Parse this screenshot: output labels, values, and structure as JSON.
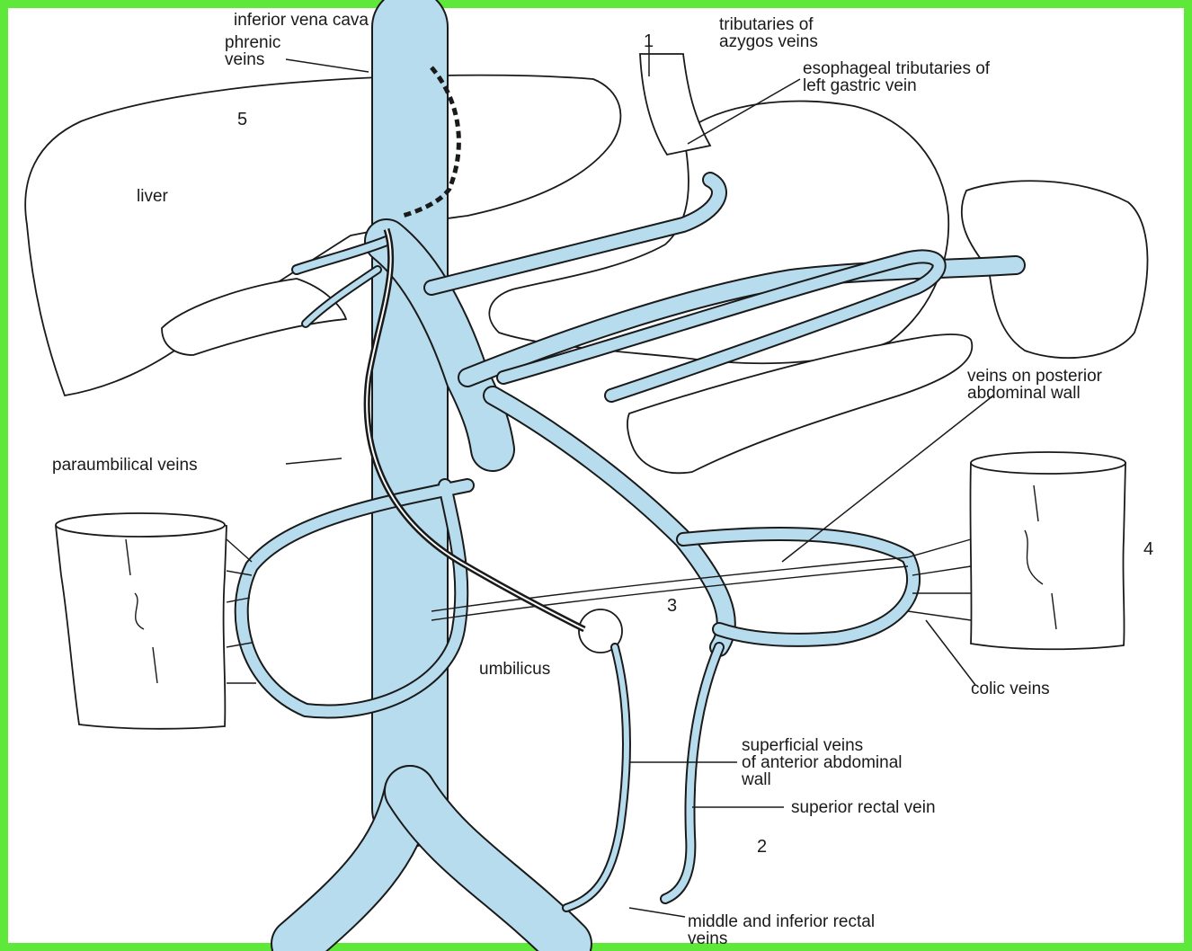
{
  "colors": {
    "frame_border": "#5ee83a",
    "vein_fill": "#b7dced",
    "outline": "#1a1a1a",
    "background": "#ffffff"
  },
  "labels": {
    "inferior_vena_cava": "inferior vena cava",
    "phrenic_veins_1": "phrenic",
    "phrenic_veins_2": "veins",
    "liver": "liver",
    "tributaries_azygos_1": "tributaries of",
    "tributaries_azygos_2": "azygos veins",
    "esophageal_1": "esophageal tributaries of",
    "esophageal_2": "left gastric vein",
    "posterior_wall_1": "veins on posterior",
    "posterior_wall_2": "abdominal wall",
    "paraumbilical": "paraumbilical veins",
    "umbilicus": "umbilicus",
    "colic_veins": "colic veins",
    "superficial_1": "superficial veins",
    "superficial_2": "of anterior abdominal",
    "superficial_3": "wall",
    "superior_rectal": "superior rectal vein",
    "rectal_1": "middle and inferior rectal",
    "rectal_2": "veins"
  },
  "numbers": {
    "n1": "1",
    "n2": "2",
    "n3": "3",
    "n4": "4",
    "n5": "5"
  }
}
